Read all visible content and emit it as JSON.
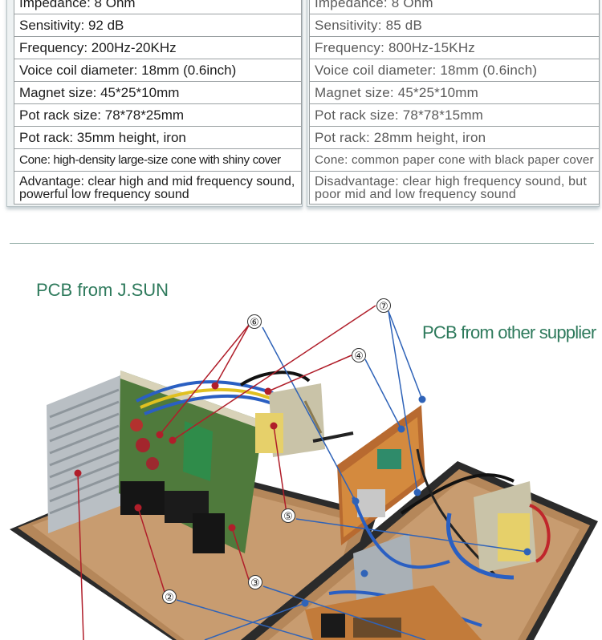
{
  "jsun_specs": [
    "Impedance: 8 Ohm",
    "Sensitivity: 92 dB",
    "Frequency: 200Hz-20KHz",
    "Voice coil diameter: 18mm (0.6inch)",
    "Magnet size: 45*25*10mm",
    "Pot rack size: 78*78*25mm",
    "Pot rack: 35mm height, iron",
    "Cone: high-density large-size cone with shiny cover",
    "Advantage: clear high and mid frequency sound, powerful low frequency sound"
  ],
  "other_specs": [
    "Impedance: 8 Ohm",
    "Sensitivity: 85 dB",
    "Frequency: 800Hz-15KHz",
    "Voice coil diameter: 18mm (0.6inch)",
    "Magnet size: 45*25*10mm",
    "Pot rack size: 78*78*15mm",
    "Pot rack: 28mm height, iron",
    "Cone: common paper cone with black paper cover",
    "Disadvantage: clear high frequency sound, but poor mid and low frequency sound"
  ],
  "headings": {
    "jsun": "PCB from J.SUN",
    "other": "PCB from other supplier"
  },
  "callouts": [
    "⑥",
    "⑦",
    "④",
    "⑤",
    "③",
    "②"
  ],
  "colors": {
    "heading": "#2e7a5c",
    "callout_line_red": "#b01e2a",
    "callout_line_blue": "#2f63b8",
    "board": "#b5875a"
  }
}
